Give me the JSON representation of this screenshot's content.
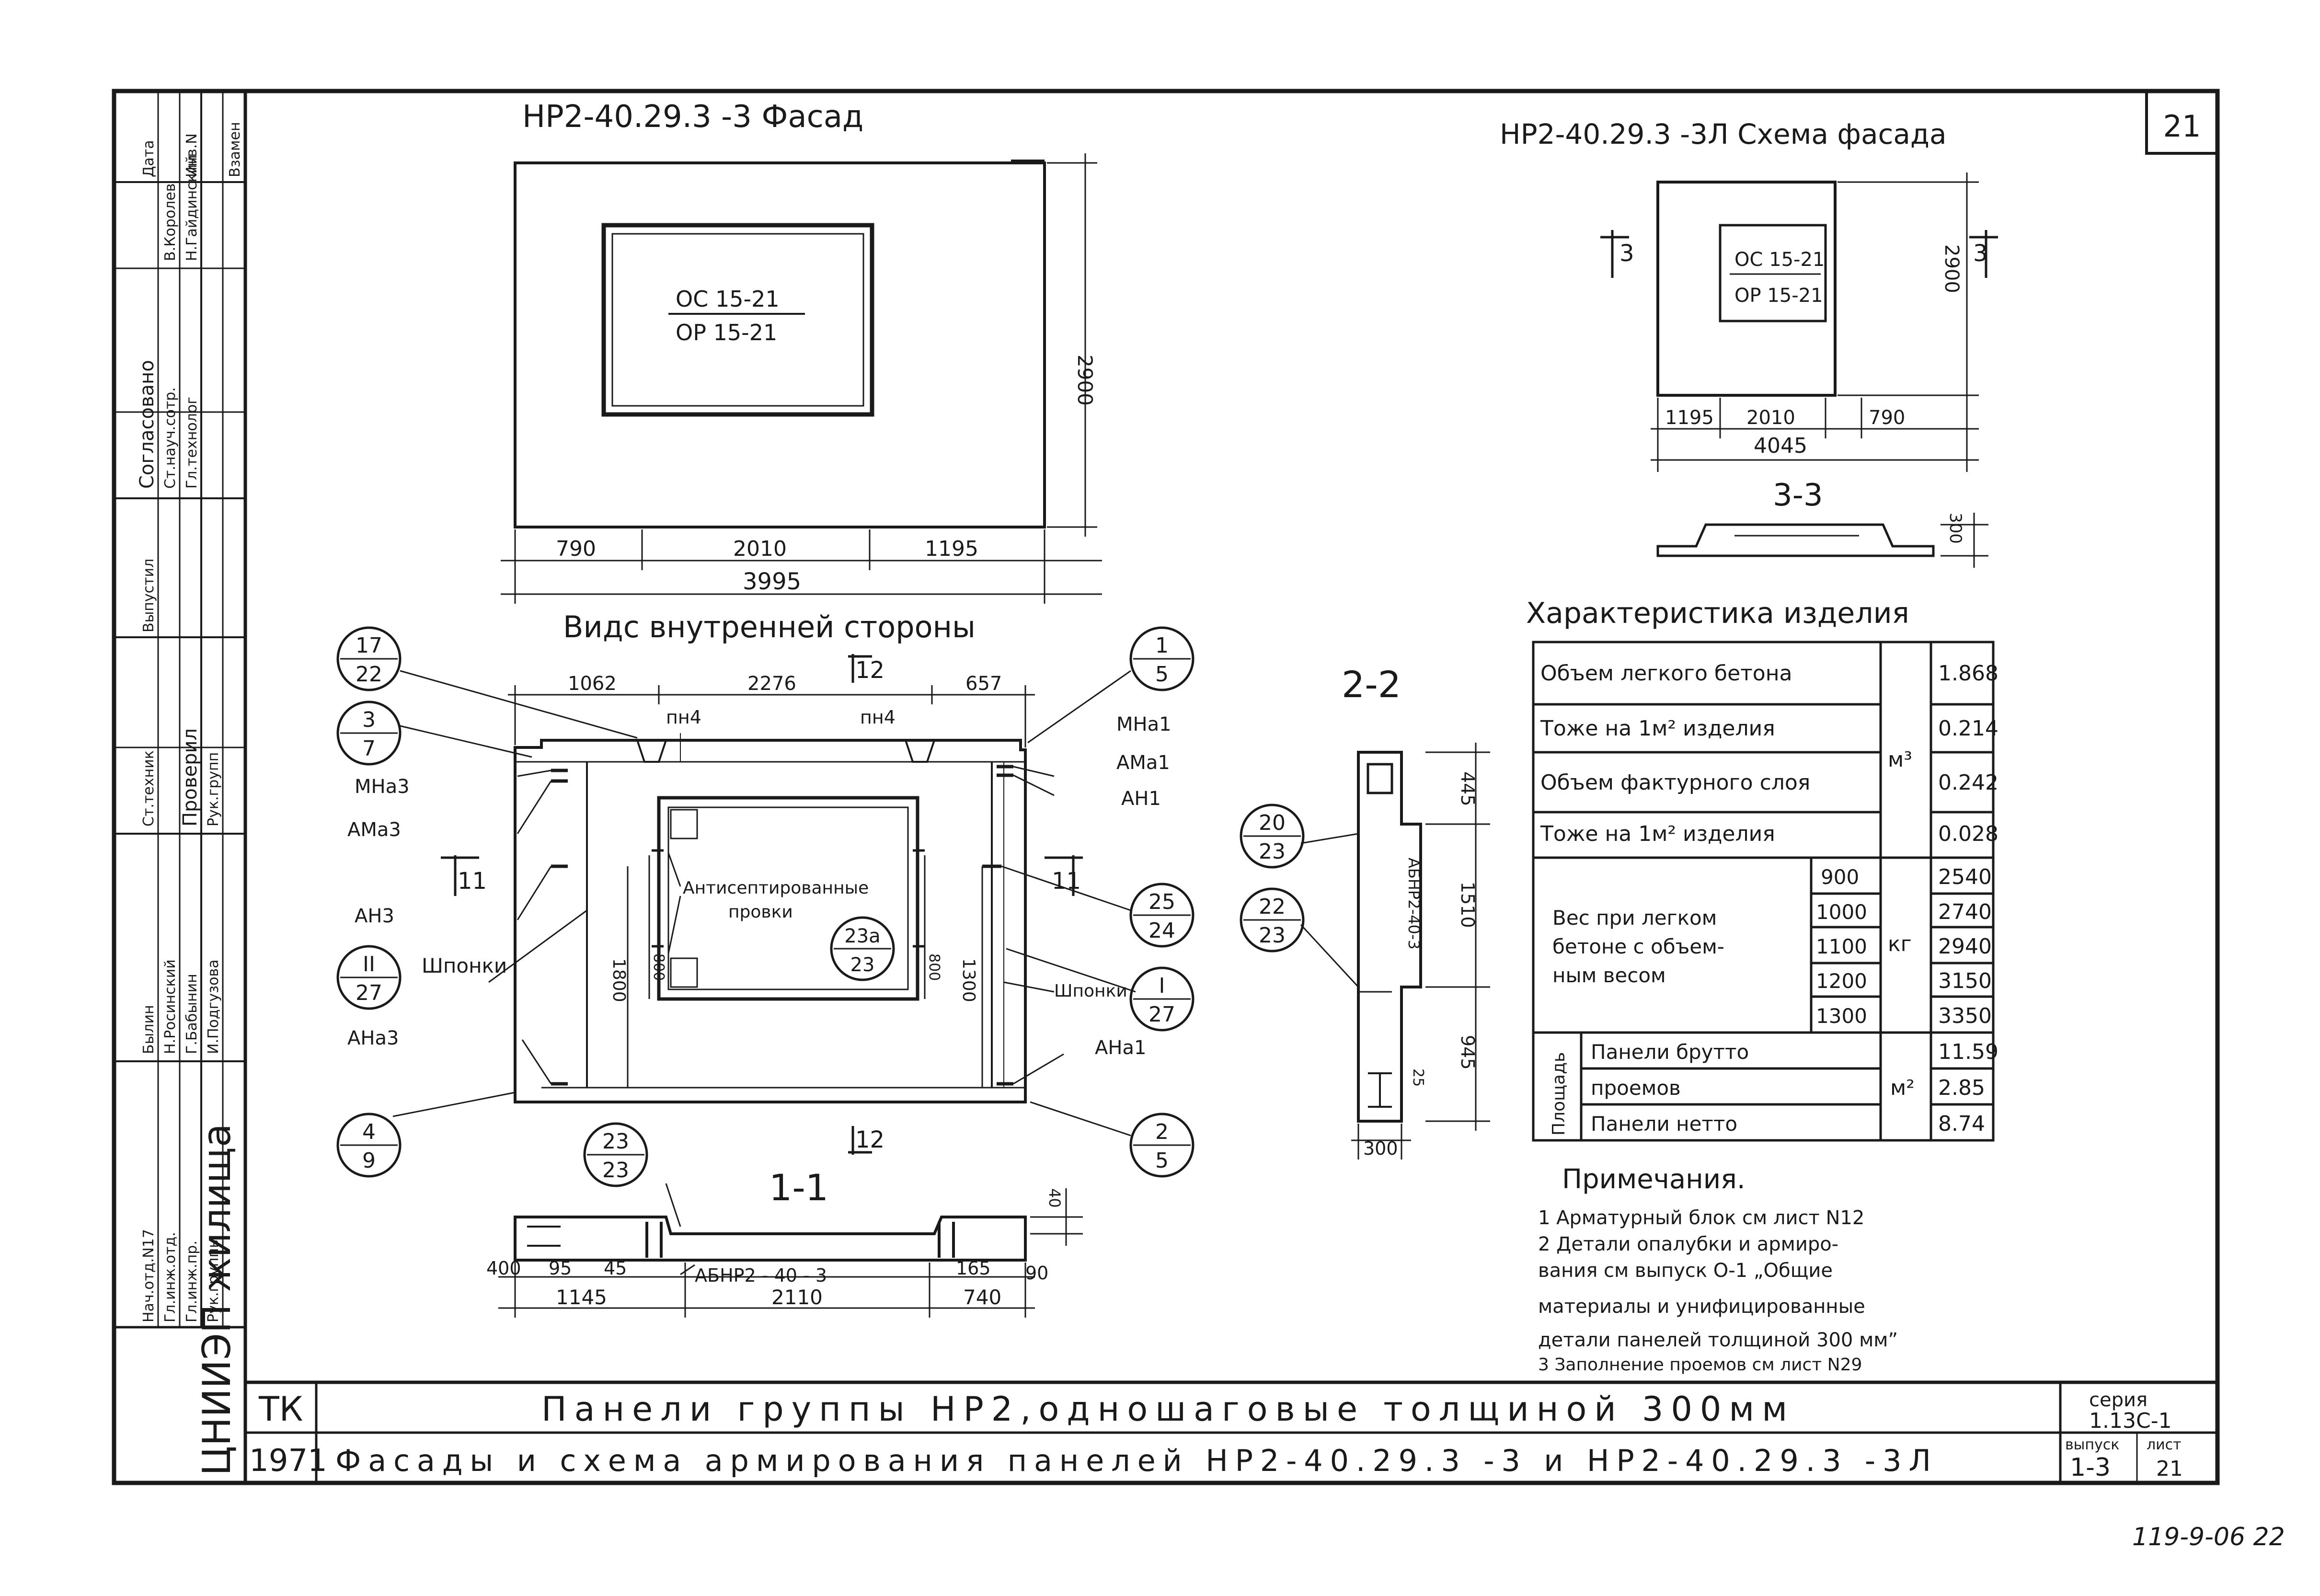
{
  "sheet_number": "21",
  "facade": {
    "title": "НР2-40.29.3 -3  Фасад",
    "window_label_top": "ОС 15-21",
    "window_label_bottom": "ОР 15-21",
    "dim_height": "2900",
    "dim_left": "790",
    "dim_mid": "2010",
    "dim_right": "1195",
    "dim_total": "3995"
  },
  "scheme": {
    "title": "НР2-40.29.3 -3Л  Схема фасада",
    "window_label_top": "ОС 15-21",
    "window_label_bottom": "ОР 15-21",
    "dim_height": "2900",
    "dim_left": "1195",
    "dim_mid": "2010",
    "dim_right": "790",
    "dim_total": "4045",
    "section_mark": "3",
    "section_title": "3-3",
    "section_dim": "300"
  },
  "inner_view": {
    "title": "Видс внутренней стороны",
    "dim_left": "1062",
    "dim_mid": "2276",
    "dim_right": "657",
    "section_12_top": "12",
    "section_12_bottom": "12",
    "section_11_left": "11",
    "section_11_right": "11",
    "label_pn4_left": "пн4",
    "label_pn4_right": "пн4",
    "label_mna1": "МНа1",
    "label_ama1": "АМа1",
    "label_an1": "АН1",
    "label_mna3": "МНа3",
    "label_ama3": "АМа3",
    "label_an3": "АН3",
    "label_ana3": "АНа3",
    "label_ana1": "АНа1",
    "label_shponki_left": "Шпонки",
    "label_shponki_right": "Шпонки",
    "label_antisept": "Антисептированные",
    "label_provki": "провки",
    "dim_1800": "1800",
    "dim_1300": "1300",
    "dim_800a": "800",
    "dim_800b": "800"
  },
  "callouts": [
    {
      "top": "17",
      "bottom": "22"
    },
    {
      "top": "3",
      "bottom": "7"
    },
    {
      "top": "II",
      "bottom": "27"
    },
    {
      "top": "4",
      "bottom": "9"
    },
    {
      "top": "1",
      "bottom": "5"
    },
    {
      "top": "25",
      "bottom": "24"
    },
    {
      "top": "I",
      "bottom": "27"
    },
    {
      "top": "2",
      "bottom": "5"
    },
    {
      "top": "23",
      "bottom": "23"
    },
    {
      "top": "23а",
      "bottom": "23"
    },
    {
      "top": "20",
      "bottom": "23"
    },
    {
      "top": "22",
      "bottom": "23"
    }
  ],
  "section_1_1": {
    "title": "1-1",
    "block_label": "АБНР2 - 40 - 3",
    "dim_40": "40",
    "dim_400": "400",
    "dim_95": "95",
    "dim_45": "45",
    "dim_165": "165",
    "dim_90": "90",
    "dim_1145": "1145",
    "dim_2110": "2110",
    "dim_740": "740",
    "dim_40b": "40"
  },
  "section_2_2": {
    "title": "2-2",
    "block_label": "АБНР2-40-3",
    "dim_445": "445",
    "dim_1510": "1510",
    "dim_945": "945",
    "dim_25": "25",
    "dim_300": "300"
  },
  "characteristics": {
    "title": "Характеристика изделия",
    "rows": [
      {
        "label": "Объем легкого бетона",
        "value": "1.868"
      },
      {
        "label": "Тоже на 1м² изделия",
        "value": "0.214"
      },
      {
        "label": "Объем фактурного слоя",
        "value": "0.242"
      },
      {
        "label": "Тоже на 1м² изделия",
        "value": "0.028"
      }
    ],
    "unit_m3": "м³",
    "weight_label_1": "Вес при легком",
    "weight_label_2": "бетоне с объем-",
    "weight_label_3": "ным весом",
    "unit_kg": "кг",
    "weights": [
      {
        "density": "900",
        "value": "2540"
      },
      {
        "density": "1000",
        "value": "2740"
      },
      {
        "density": "1100",
        "value": "2940"
      },
      {
        "density": "1200",
        "value": "3150"
      },
      {
        "density": "1300",
        "value": "3350"
      }
    ],
    "area_label": "Площадь",
    "unit_m2": "м²",
    "areas": [
      {
        "label": "Панели брутто",
        "value": "11.59"
      },
      {
        "label": "проемов",
        "value": "2.85"
      },
      {
        "label": "Панели нетто",
        "value": "8.74"
      }
    ]
  },
  "notes": {
    "title": "Примечания.",
    "items": [
      "1  Арматурный блок см лист N12",
      "2  Детали опалубки и армиро-",
      "    вания см выпуск О-1 „Общие",
      "    материалы и унифицированные",
      "    детали панелей толщиной 300 мм”",
      "3  Заполнение проемов см лист N29"
    ]
  },
  "title_block": {
    "tk": "ТК",
    "year": "1971",
    "title_line1": "Панели группы НР2,одношаговые толщиной 300мм",
    "title_line2": "Фасады и схема армирования панелей НР2-40.29.3 -3 и НР2-40.29.3 -3Л",
    "series_label": "серия",
    "series_value": "1.13С-1",
    "issue_label": "выпуск",
    "issue_value": "1-3",
    "sheet_label": "лист",
    "sheet_value": "21",
    "org_vertical": "ЦНИИЭП жилища",
    "stamp_lines": [
      "Нач.отд.N17",
      "Гл.инж.отд.",
      "Гл.инж.пр.",
      "Рук.группы",
      "Былин",
      "Н.Росинский",
      "Г.Бабынин",
      "И.Подгузова",
      "Ст.техник",
      "Проверил",
      "Рук.групп",
      "Выпустил",
      "Согласовано",
      "Ст.науч.сотр.",
      "Гл.технолог",
      "В.Королев",
      "Н.Гайдинский",
      "Дата",
      "Инв.N",
      "Взамен"
    ]
  },
  "footer_code": "119-9-06   22"
}
